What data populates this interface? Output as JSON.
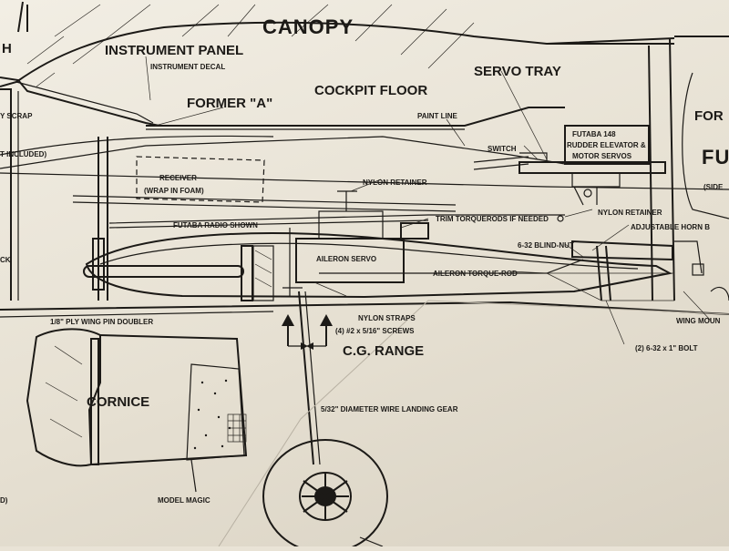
{
  "labels": {
    "canopy": "CANOPY",
    "instrument_panel": "INSTRUMENT PANEL",
    "instrument_decal": "INSTRUMENT DECAL",
    "former_a": "FORMER \"A\"",
    "cockpit_floor": "COCKPIT FLOOR",
    "servo_tray": "SERVO TRAY",
    "paint_line": "PAINT LINE",
    "switch": "SWITCH",
    "futaba_148_l1": "FUTABA 148",
    "futaba_148_l2": "RUDDER ELEVATOR &",
    "futaba_148_l3": "MOTOR SERVOS",
    "receiver_l1": "RECEIVER",
    "receiver_l2": "(WRAP IN FOAM)",
    "nylon_retainer_1": "NYLON RETAINER",
    "futaba_radio_shown": "FUTABA RADIO SHOWN",
    "trim_torquerods": "TRIM TORQUERODS  IF NEEDED",
    "nylon_retainer_2": "NYLON RETAINER",
    "adjustable_horn": "ADJUSTABLE HORN B",
    "blind_nut": "6-32 BLIND-NUT",
    "aileron_servo": "AILERON SERVO",
    "aileron_torque_rod": "AILERON TORQUE-ROD",
    "wing_pin_doubler": "1/8\" PLY WING PIN DOUBLER",
    "nylon_straps": "NYLON STRAPS",
    "screws": "(4) #2 x 5/16\" SCREWS",
    "cg_range": "C.G. RANGE",
    "wing_mount": "WING MOUN",
    "bolt": "(2) 6-32 x 1\" BOLT",
    "cornice": "CORNICE",
    "landing_gear": "5/32\" DIAMETER WIRE LANDING GEAR",
    "model_magic": "MODEL MAGIC",
    "left_h": "H",
    "left_scrap": "Y SCRAP",
    "left_included": "T INCLUDED)",
    "left_ck": "CK",
    "left_d": "D)",
    "right_for": "FOR",
    "right_fu": "FU",
    "right_side": "(SIDE"
  },
  "colors": {
    "paper": "#efeae0",
    "ink": "#1c1a17"
  }
}
